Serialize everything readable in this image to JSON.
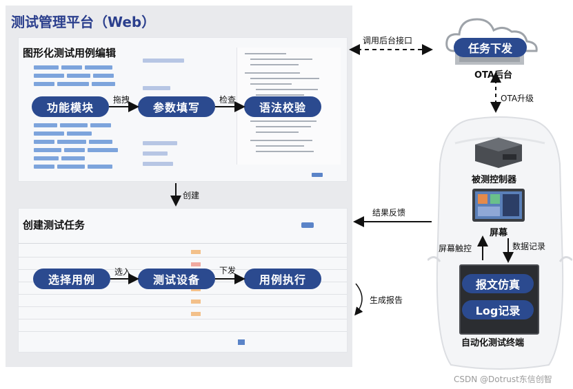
{
  "platform": {
    "title": "测试管理平台（Web）"
  },
  "editor": {
    "title": "图形化测试用例编辑",
    "steps": [
      "功能模块",
      "参数填写",
      "语法校验"
    ],
    "edges": [
      "拖拽",
      "检查"
    ]
  },
  "create_edge": "创建",
  "task": {
    "title": "创建测试任务",
    "steps": [
      "选择用例",
      "测试设备",
      "用例执行"
    ],
    "edges": [
      "选入",
      "下发"
    ],
    "report": "生成报告"
  },
  "ota": {
    "api_call": "调用后台接口",
    "dispatch": "任务下发",
    "backend": "OTA后台",
    "upgrade": "OTA升级"
  },
  "vehicle": {
    "feedback": "结果反馈",
    "controller": "被测控制器",
    "screen": "屏幕",
    "touch": "屏幕触控",
    "record": "数据记录",
    "sim": "报文仿真",
    "log": "Log记录",
    "terminal": "自动化测试终端"
  },
  "watermark": "CSDN @Dotrust东信创智",
  "colors": {
    "accent": "#2b4a8f",
    "title": "#2b3f8d",
    "panel": "#e9eaed"
  }
}
